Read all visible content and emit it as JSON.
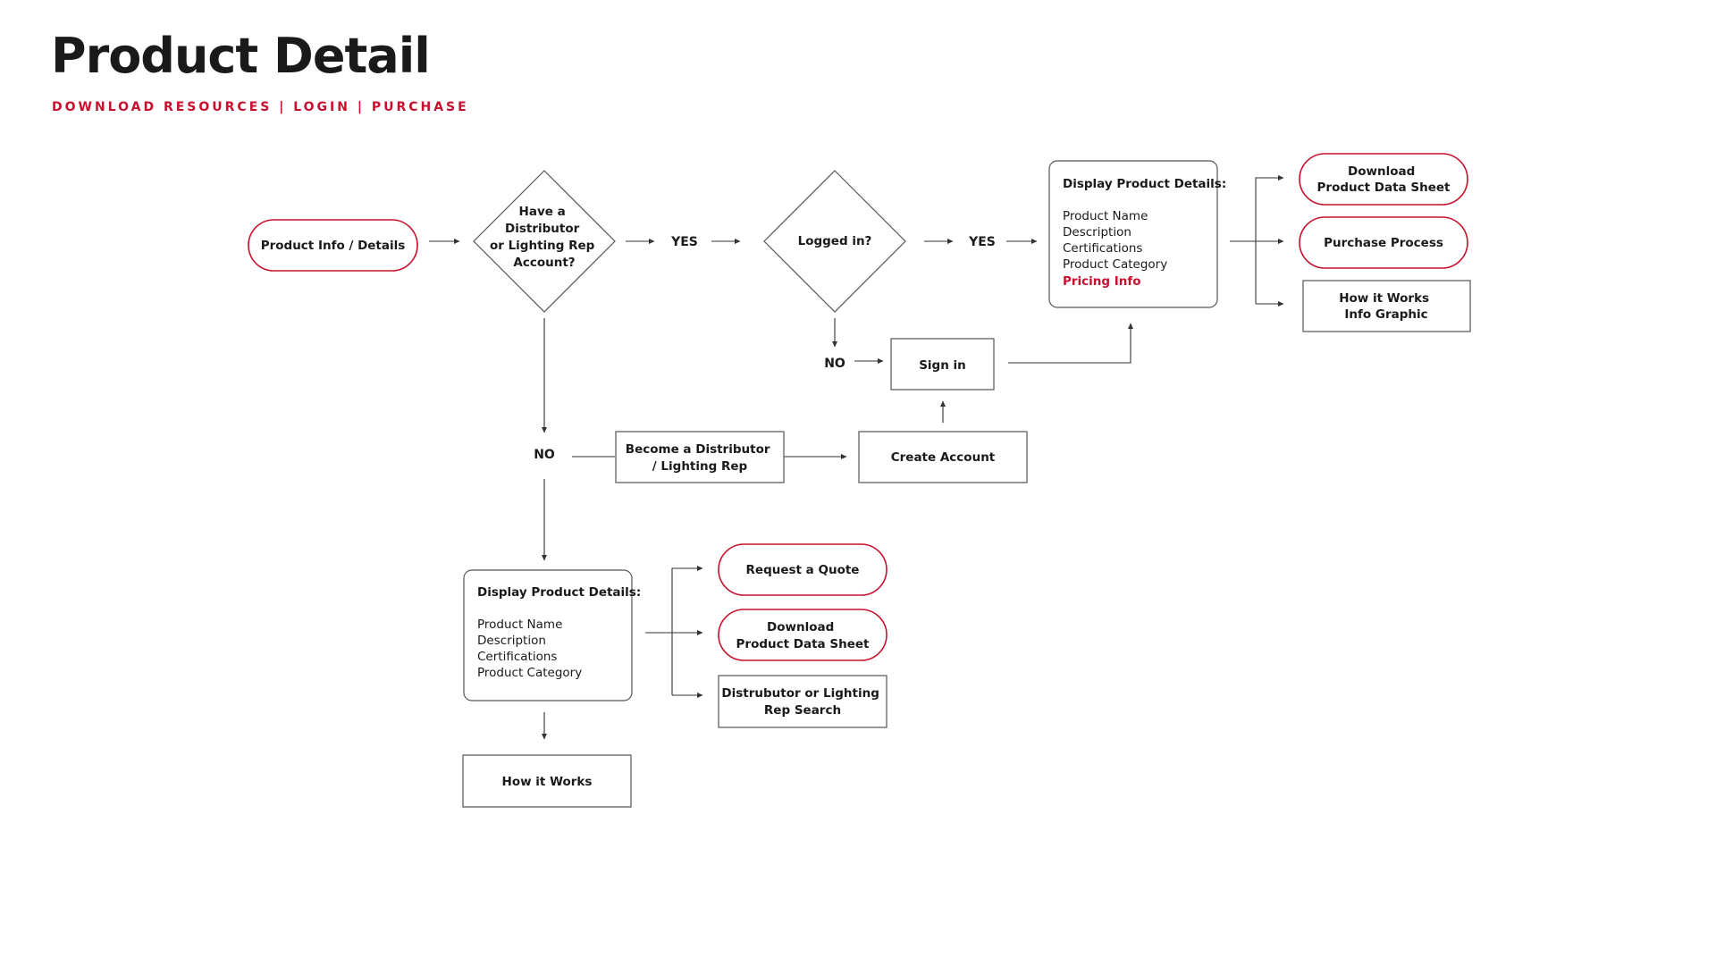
{
  "header": {
    "title": "Product Detail",
    "subtitle": "DOWNLOAD RESOURCES | LOGIN | PURCHASE",
    "accent_color": "#c8102e"
  },
  "diagram": {
    "nodes": {
      "product_info": "Product Info / Details",
      "have_account": [
        "Have a",
        "Distributor",
        "or Lighting Rep",
        "Account?"
      ],
      "logged_in": "Logged in?",
      "sign_in": "Sign in",
      "create_account": "Create Account",
      "become_distributor": [
        "Become a Distributor",
        "/ Lighting Rep"
      ],
      "display_full": {
        "heading": "Display Product Details:",
        "items": [
          "Product Name",
          "Description",
          "Certifications",
          "Product Category"
        ],
        "highlight": "Pricing Info"
      },
      "download_top": [
        "Download",
        "Product Data Sheet"
      ],
      "purchase_process": "Purchase Process",
      "how_it_works_info": [
        "How it Works",
        "Info Graphic"
      ],
      "display_basic": {
        "heading": "Display Product Details:",
        "items": [
          "Product Name",
          "Description",
          "Certifications",
          "Product Category"
        ]
      },
      "request_quote": "Request a Quote",
      "download_bottom": [
        "Download",
        "Product Data Sheet"
      ],
      "rep_search": [
        "Distrubutor or Lighting",
        "Rep Search"
      ],
      "how_it_works": "How it Works"
    },
    "labels": {
      "yes_1": "YES",
      "yes_2": "YES",
      "no_1": "NO",
      "no_2": "NO"
    }
  }
}
